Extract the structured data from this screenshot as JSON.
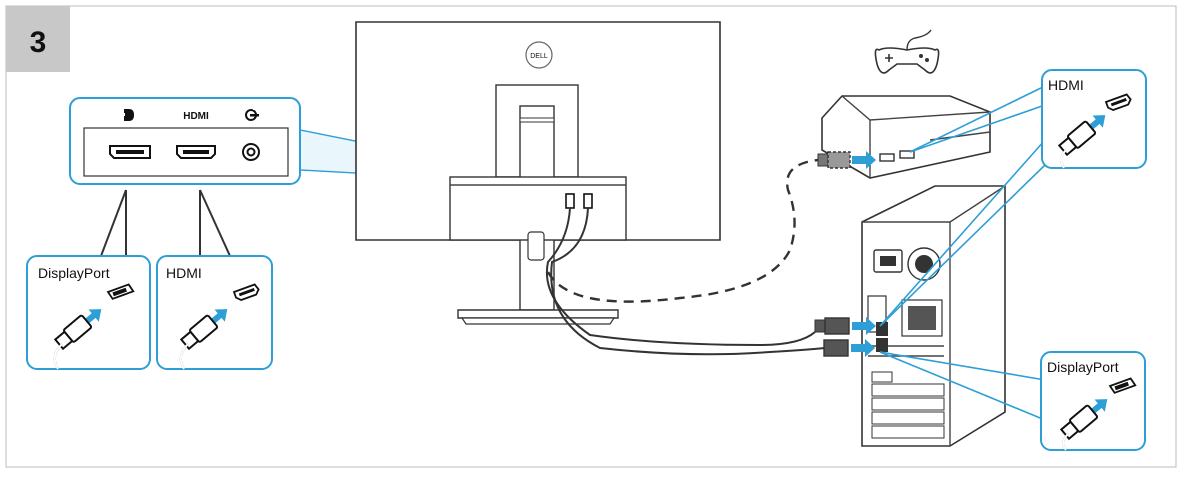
{
  "step": {
    "number": "3"
  },
  "colors": {
    "accent": "#2e9fd6",
    "line": "#333333",
    "badge": "#c8c8c8",
    "callout_fill": "#ffffff"
  },
  "port_panel": {
    "labels": {
      "displayport_icon": "displayport-icon",
      "hdmi": "HDMI",
      "audio_icon": "audio-out-icon"
    }
  },
  "monitor": {
    "logo": "DELL"
  },
  "callouts": {
    "left_dp": "DisplayPort",
    "left_hdmi": "HDMI",
    "right_hdmi": "HDMI",
    "right_dp": "DisplayPort"
  },
  "icons": [
    "gamepad-icon",
    "displayport-plug-icon",
    "hdmi-plug-icon",
    "arrow-icon"
  ]
}
